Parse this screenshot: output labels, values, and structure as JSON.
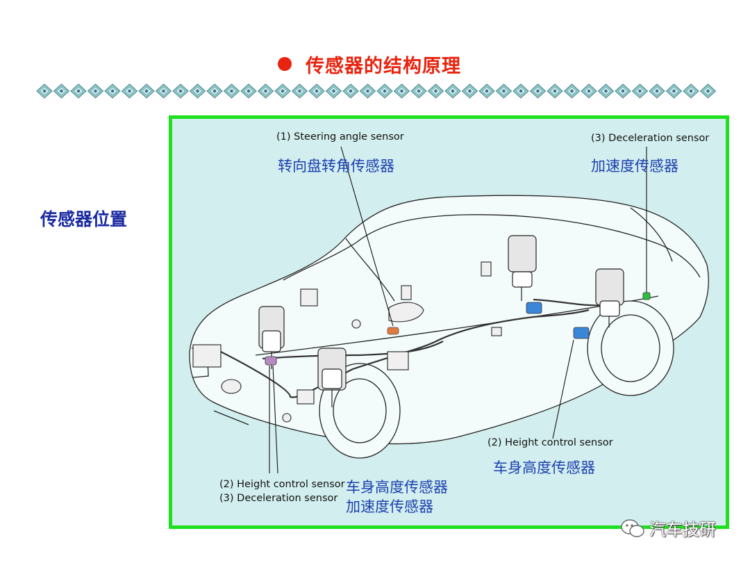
{
  "title": "传感器的结构原理",
  "side_label": "传感器位置",
  "labels": {
    "steering_en": "(1) Steering angle sensor",
    "steering_zh": "转向盘转角传感器",
    "decel_top_en": "(3) Deceleration sensor",
    "decel_top_zh": "加速度传感器",
    "height_right_en": "(2) Height control sensor",
    "height_right_zh": "车身高度传感器",
    "height_left_en": "(2) Height control sensor",
    "decel_left_en": "(3) Deceleration sensor",
    "height_left_zh": "车身高度传感器",
    "decel_left_zh": "加速度传感器"
  },
  "watermark": "汽车技研",
  "colors": {
    "title": "#e8230f",
    "side_label": "#1a2aa0",
    "panel_border": "#1fe01f",
    "panel_bg": "#d3eeee",
    "chinese_labels": "#1a3fb0",
    "steering_sensor": "#e07a40",
    "height_sensor": "#3a86d8",
    "decel_sensor": "#2fbf3f"
  }
}
